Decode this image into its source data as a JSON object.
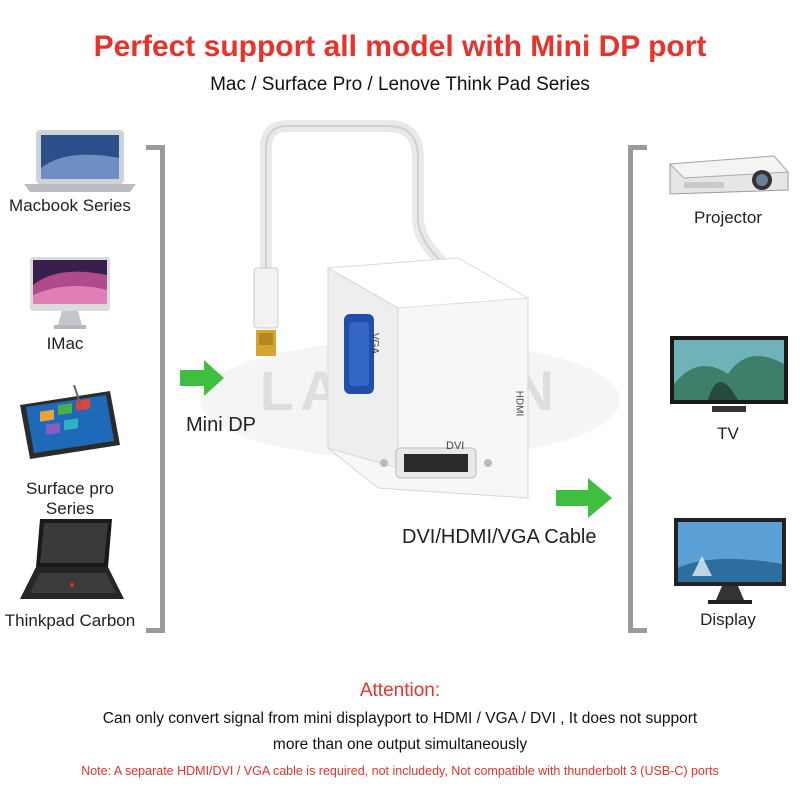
{
  "header": {
    "title": "Perfect support all model with Mini DP port",
    "subtitle": "Mac / Surface Pro / Lenove Think Pad Series"
  },
  "left_devices": [
    {
      "label": "Macbook Series",
      "icon": "macbook-icon"
    },
    {
      "label": "IMac",
      "icon": "imac-icon"
    },
    {
      "label": "Surface pro Series",
      "icon": "surface-icon"
    },
    {
      "label": "Thinkpad Carbon",
      "icon": "thinkpad-icon"
    }
  ],
  "right_devices": [
    {
      "label": "Projector",
      "icon": "projector-icon"
    },
    {
      "label": "TV",
      "icon": "tv-icon"
    },
    {
      "label": "Display",
      "icon": "display-icon"
    }
  ],
  "adapter": {
    "input_label": "Mini DP",
    "output_label": "DVI/HDMI/VGA Cable",
    "port_vga": "VGA",
    "port_dvi": "DVI",
    "port_hdmi": "HDMI",
    "watermark": "LAMCHIN"
  },
  "notes": {
    "attention": "Attention:",
    "line1": "Can only convert signal from mini displayport to HDMI / VGA / DVI  , It does not  support",
    "line2": "more than one output simultaneously",
    "footnote": "Note: A separate HDMI/DVI / VGA cable is required, not includedy, Not compatible with  thunderbolt  3 (USB-C) ports"
  },
  "colors": {
    "accent_red": "#e8322a",
    "arrow_green": "#3fbf3f",
    "bracket_gray": "#9a9a9a"
  }
}
